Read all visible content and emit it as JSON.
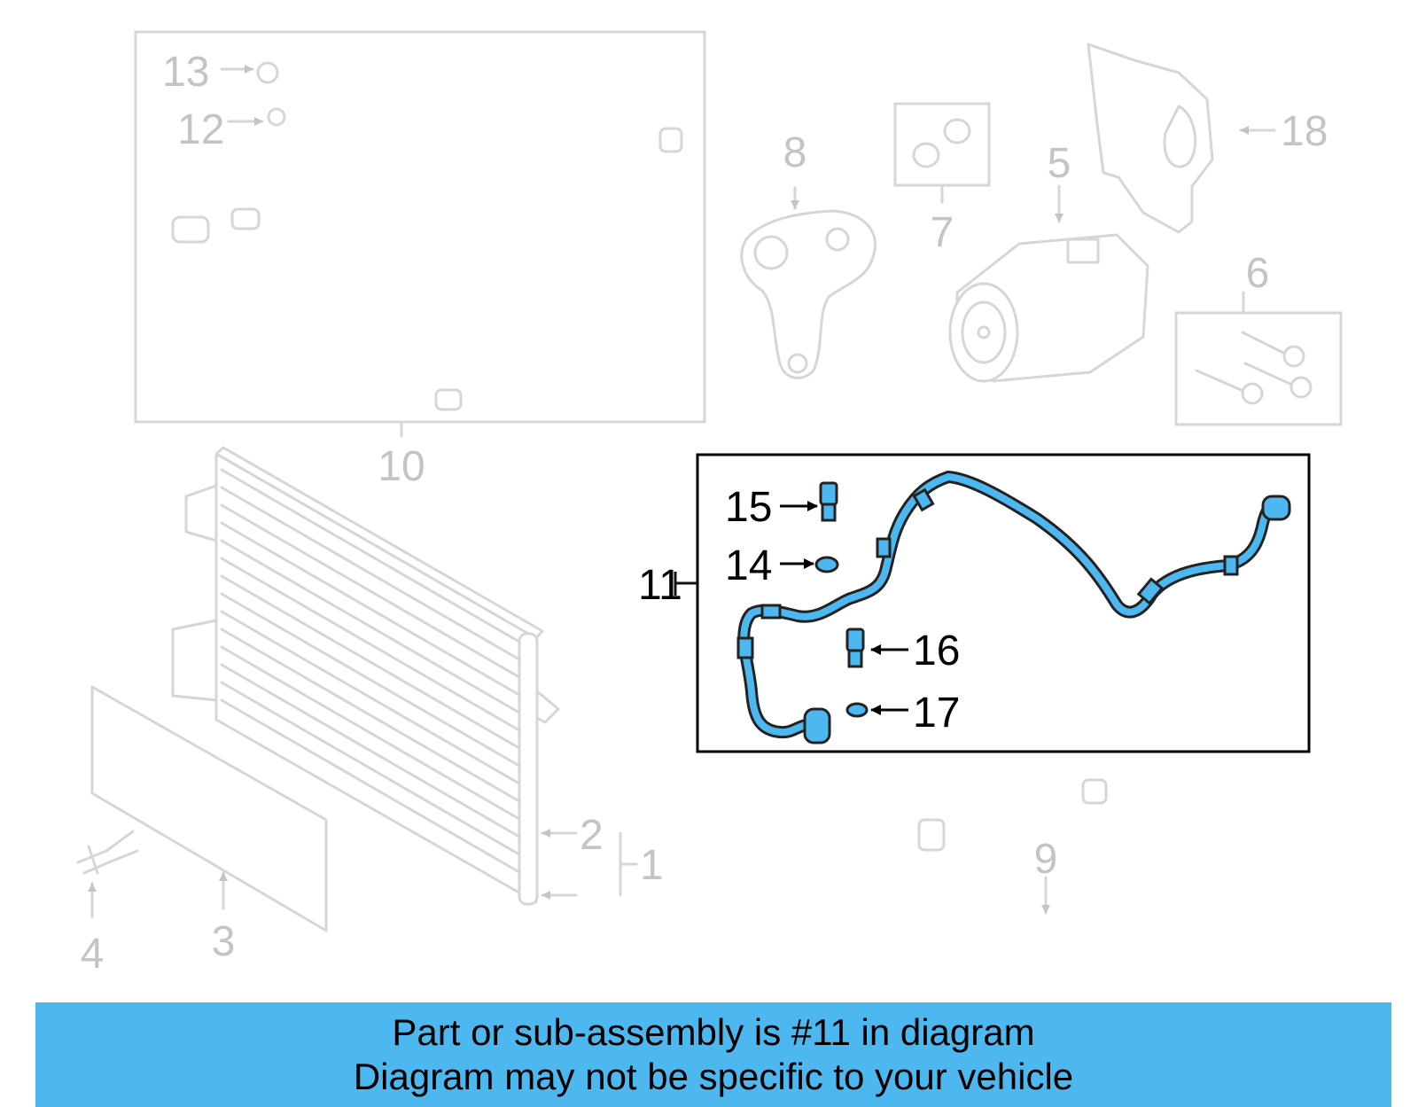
{
  "colors": {
    "highlight": "#4db8f0",
    "banner": "#4db8f0",
    "inactive_parts": "#d6d6d6",
    "inactive_labels": "#c4c4c4",
    "active_outline": "#000000"
  },
  "callouts": {
    "c1": "1",
    "c2": "2",
    "c3": "3",
    "c4": "4",
    "c5": "5",
    "c6": "6",
    "c7": "7",
    "c8": "8",
    "c9": "9",
    "c10": "10",
    "c11": "11",
    "c12": "12",
    "c13": "13",
    "c14": "14",
    "c15": "15",
    "c16": "16",
    "c17": "17",
    "c18": "18"
  },
  "highlighted_part": "11",
  "banner": {
    "line1": "Part or sub-assembly is #11 in diagram",
    "line2": "Diagram may not be specific to your vehicle"
  }
}
